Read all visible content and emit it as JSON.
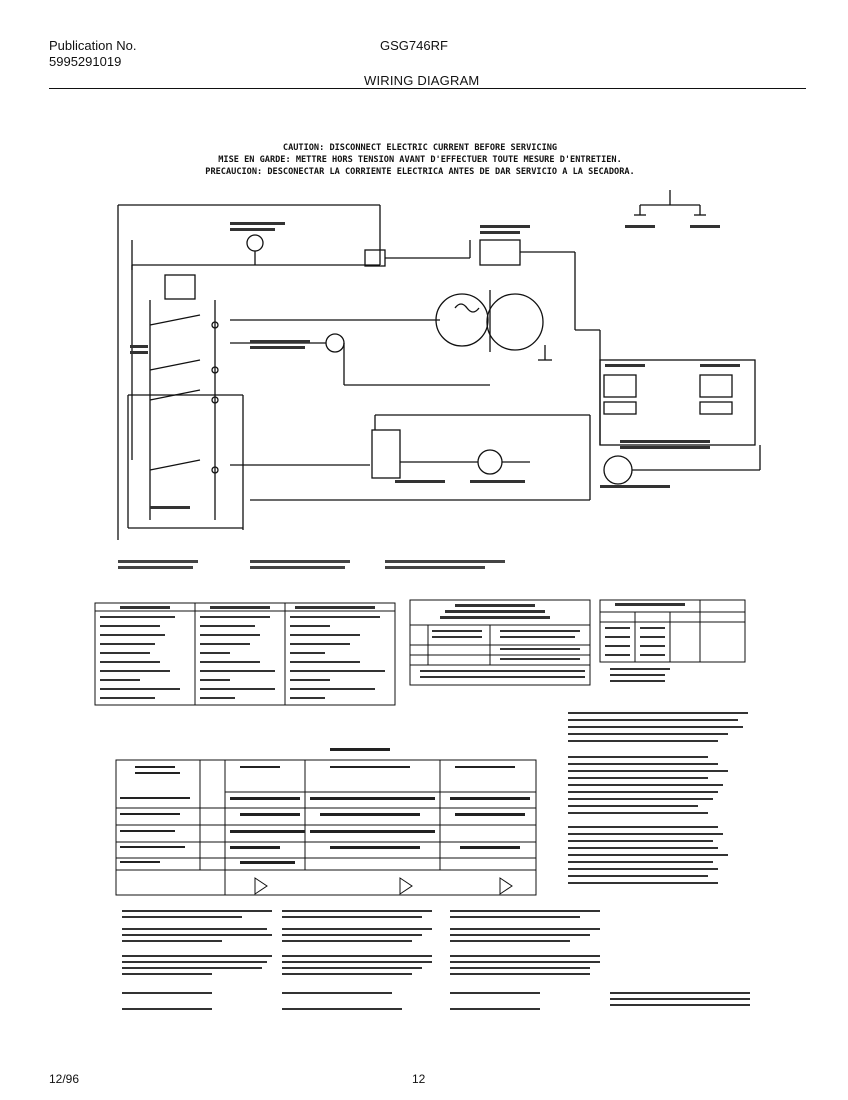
{
  "header": {
    "publication_label": "Publication No.",
    "publication_number": "5995291019",
    "model": "GSG746RF",
    "title": "WIRING DIAGRAM"
  },
  "caution": {
    "line_en": "CAUTION: DISCONNECT ELECTRIC CURRENT BEFORE SERVICING",
    "line_fr": "MISE EN GARDE: METTRE HORS TENSION AVANT D'EFFECTUER TOUTE MESURE D'ENTRETIEN.",
    "line_es": "PRECAUCION: DESCONECTAR LA CORRIENTE ELECTRICA ANTES DE DAR SERVICIO A LA SECADORA."
  },
  "footer": {
    "date": "12/96",
    "page": "12"
  },
  "colors": {
    "ink": "#111111",
    "paper": "#ffffff"
  }
}
